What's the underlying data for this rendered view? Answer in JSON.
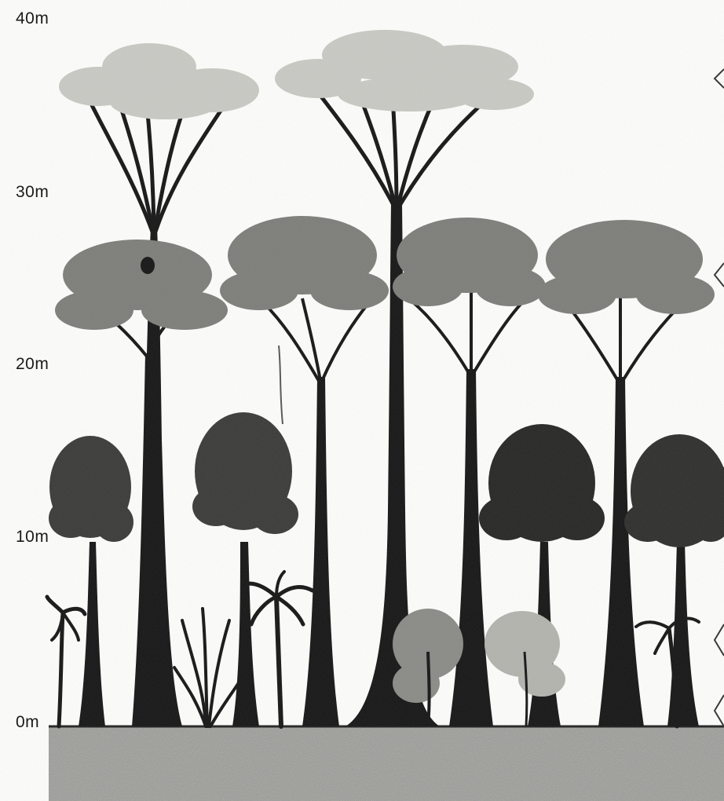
{
  "axis": {
    "labels": [
      "40m",
      "30m",
      "20m",
      "10m",
      "0m"
    ],
    "unit": "m"
  },
  "scene": {
    "layers": [
      "emergent",
      "canopy",
      "understorey",
      "shrub",
      "forest-floor"
    ],
    "colors": {
      "trunk": "#151515",
      "emergent_crown": "#c9c9c4",
      "canopy_crown": "#7d7d79",
      "understorey_crown": "#3a3a38",
      "ground": "#9a9a96"
    }
  }
}
